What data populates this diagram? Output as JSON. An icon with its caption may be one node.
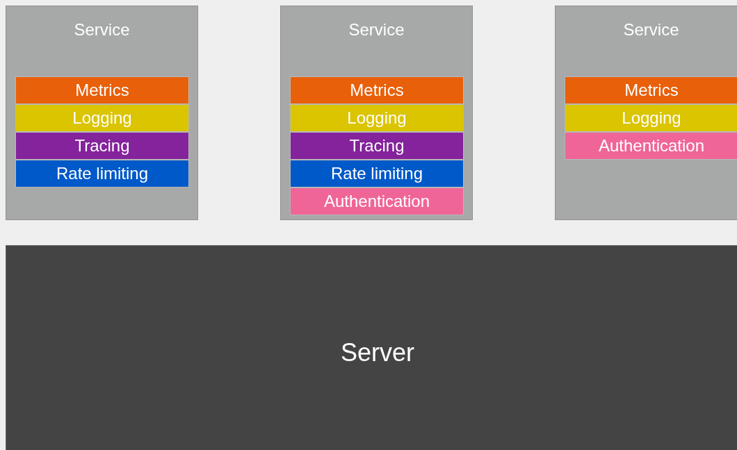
{
  "diagram": {
    "nodes": [
      {
        "text": [
          "Service"
        ]
      },
      {
        "text": [
          "Metrics"
        ],
        "in": 0
      },
      {
        "text": [
          "Logging"
        ],
        "in": 0
      },
      {
        "text": [
          "Tracing"
        ],
        "in": 0
      },
      {
        "text": [
          "Rate limiting"
        ],
        "in": 0
      },
      {
        "text": [
          "Service"
        ]
      },
      {
        "text": [
          "Metrics"
        ],
        "in": 5
      },
      {
        "text": [
          "Logging"
        ],
        "in": 5
      },
      {
        "text": [
          "Tracing"
        ],
        "in": 5
      },
      {
        "text": [
          "Rate limiting"
        ],
        "in": 5
      },
      {
        "text": [
          "Authentication"
        ],
        "in": 5
      },
      {
        "text": [
          "Service"
        ]
      },
      {
        "text": [
          "Metrics"
        ],
        "in": 11
      },
      {
        "text": [
          "Logging"
        ],
        "in": 11
      },
      {
        "text": [
          "Authentication"
        ],
        "in": 11
      },
      {
        "text": [
          "Server"
        ]
      }
    ],
    "edges": []
  }
}
